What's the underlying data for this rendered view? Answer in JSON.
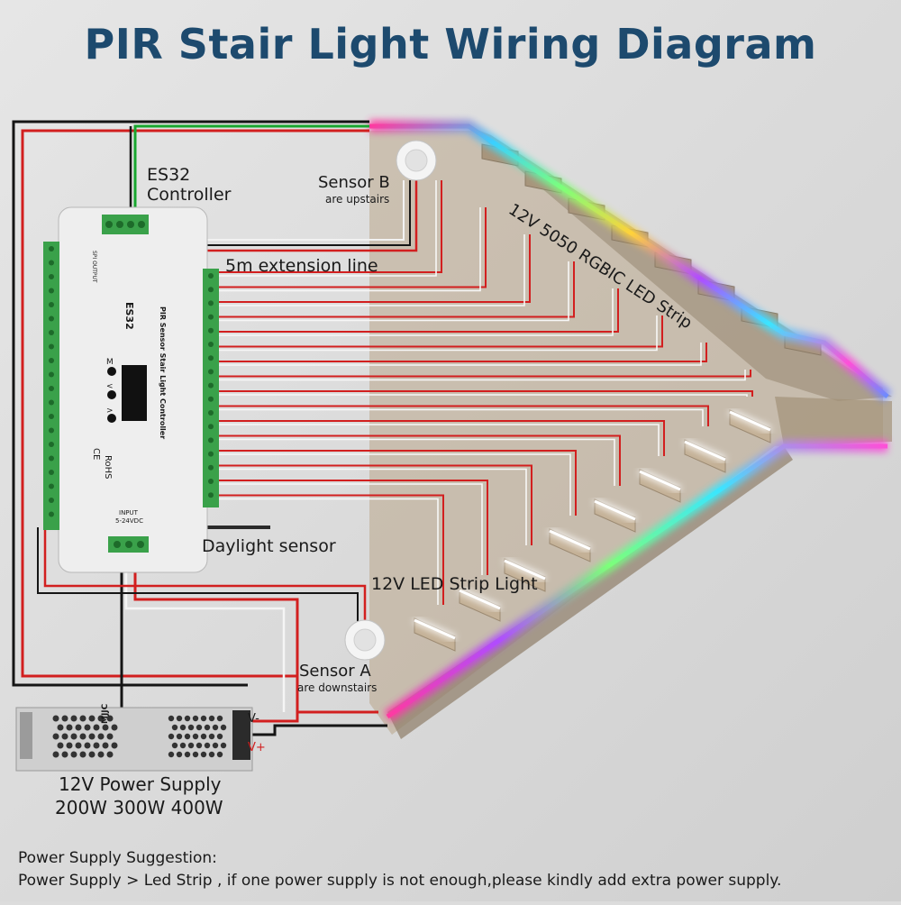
{
  "title": "PIR Stair Light Wiring Diagram",
  "labels": {
    "controller_line1": "ES32",
    "controller_line2": "Controller",
    "sensor_b": "Sensor B",
    "sensor_b_sub": "are upstairs",
    "extension": "5m extension line",
    "rgbic_strip": "12V 5050 RGBIC LED Strip",
    "daylight": "Daylight sensor",
    "led_strip": "12V LED Strip Light",
    "sensor_a": "Sensor A",
    "sensor_a_sub": "are downstairs",
    "v_minus": "V-",
    "v_plus": "V+"
  },
  "controller": {
    "model": "ES32",
    "name": "PIR Sensor Stair Light Controller",
    "buttons": [
      "M",
      "<",
      ">"
    ],
    "marks": [
      "CE",
      "RoHS"
    ],
    "input_label": "INPUT",
    "input_voltage": "5-24VDC",
    "spi_output": "SPI OUTPUT"
  },
  "power_supply": {
    "brand": "MJJC",
    "title": "12V Power Supply",
    "watts": "200W 300W 400W"
  },
  "note": {
    "heading": "Power Supply Suggestion:",
    "text": "Power Supply > Led Strip , if one power supply is not enough,please kindly add extra power supply."
  },
  "colors": {
    "title": "#1d4a6e",
    "wire_red": "#d21f1f",
    "wire_black": "#151515",
    "wire_green": "#18a62e",
    "terminal_green": "#3aa14a"
  },
  "steps": 16
}
